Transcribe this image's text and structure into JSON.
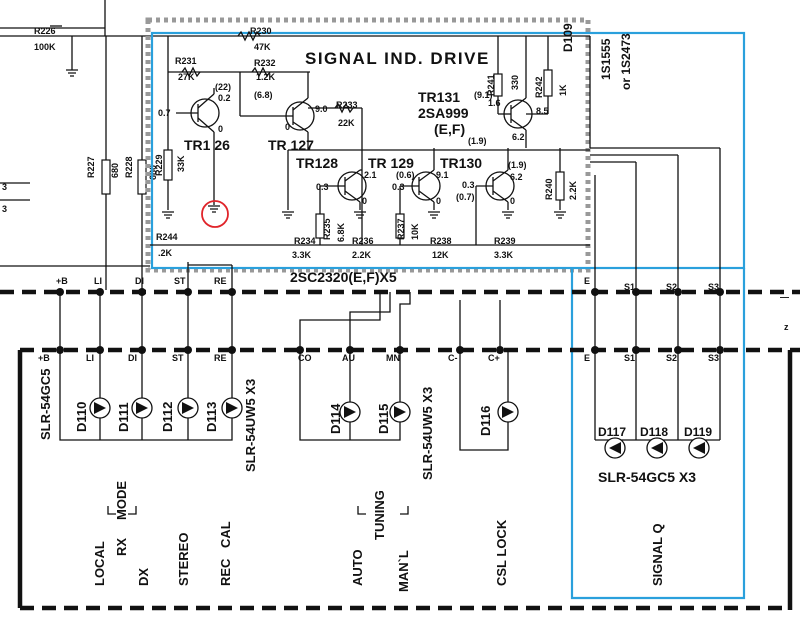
{
  "top": {
    "r226": "R226",
    "r226_val": "100K",
    "d109": "D109",
    "side1": "1S1555",
    "side2": "or 1S2473"
  },
  "block": {
    "title": "SIGNAL IND. DRIVE",
    "r230": "R230",
    "r230_val": "47K",
    "r231": "R231",
    "r231_val": "27K",
    "r232": "R232",
    "r232_val": "1.2K",
    "r233": "R233",
    "r233_val": "22K",
    "r241": "R241",
    "r241_val": "1.6",
    "r242": "R242",
    "r242_val": "1K",
    "r330": "330",
    "tr126": "TR1 26",
    "tr127": "TR 127",
    "tr128": "TR128",
    "tr129": "TR 129",
    "tr130": "TR130",
    "tr131": "TR131",
    "tr131_v": "(9.1)",
    "tr131_type": "2SA999",
    "tr131_grade": "(E,F)",
    "v_22": "(22)",
    "v_02": "0.2",
    "v_07": "0.7",
    "v_0a": "0",
    "v_68": "(6.8)",
    "v_90": "9.0",
    "v_0b": "0",
    "v_85": "8.5",
    "v_19a": "(1.9)",
    "v_62a": "6.2",
    "v_03a": "0.3",
    "v_21": "2.1",
    "v_0c": "0",
    "v_06": "(0.6)",
    "v_03b": "0.3",
    "v_91": "9.1",
    "v_0d": "0",
    "v_19b": "(1.9)",
    "v_62b": "6.2",
    "v_03c": "0.3",
    "v_07b": "(0.7)",
    "v_0e": "0",
    "r229": "R229",
    "r229_val": "33K",
    "r227": "R227",
    "r227_val": "680",
    "r228": "R228",
    "r228_val": "680",
    "r234": "R234",
    "r234_val": "3.3K",
    "r235": "R235",
    "r235_val": "6.8K",
    "r236": "R236",
    "r236_val": "2.2K",
    "r237": "R237",
    "r237_val": "10K",
    "r238": "R238",
    "r238_val": "12K",
    "r239": "R239",
    "r239_val": "3.3K",
    "r240": "R240",
    "r240_val": "2.2K",
    "r244": "R244",
    "r244_val": ".2K",
    "tr_group": "2SC2320(E,F)X5"
  },
  "bus_labels": {
    "upper": [
      "+B",
      "LI",
      "DI",
      "ST",
      "RE",
      "E",
      "S1",
      "S2",
      "S3"
    ],
    "lower_left": [
      "+B",
      "LI",
      "DI",
      "ST",
      "RE"
    ],
    "lower_mid": [
      "CO",
      "AU",
      "MN",
      "C-",
      "C+"
    ],
    "lower_right": [
      "E",
      "S1",
      "S2",
      "S3"
    ]
  },
  "leds": {
    "group1": [
      "D110",
      "D111",
      "D112",
      "D113"
    ],
    "group1_part": "SLR-54GC5",
    "group1_part2": "SLR-54UW5 X3",
    "group2": [
      "D114",
      "D115"
    ],
    "group2_part": "SLR-54UW5 X3",
    "d116": "D116",
    "group3": [
      "D117",
      "D118",
      "D119"
    ],
    "group3_part": "SLR-54GC5 X3"
  },
  "functions": {
    "local": "LOCAL",
    "rx": "RX",
    "mode": "MODE",
    "dx": "DX",
    "stereo": "STEREO",
    "rec": "REC",
    "cal": "CAL",
    "auto": "AUTO",
    "tuning": "TUNING",
    "manl": "MAN`L",
    "csl_lock": "CSL LOCK",
    "signal_q": "SIGNAL Q"
  },
  "colors": {
    "highlight": "#2aa0dc",
    "marker": "#e0242a",
    "grey_box": "#999999"
  }
}
